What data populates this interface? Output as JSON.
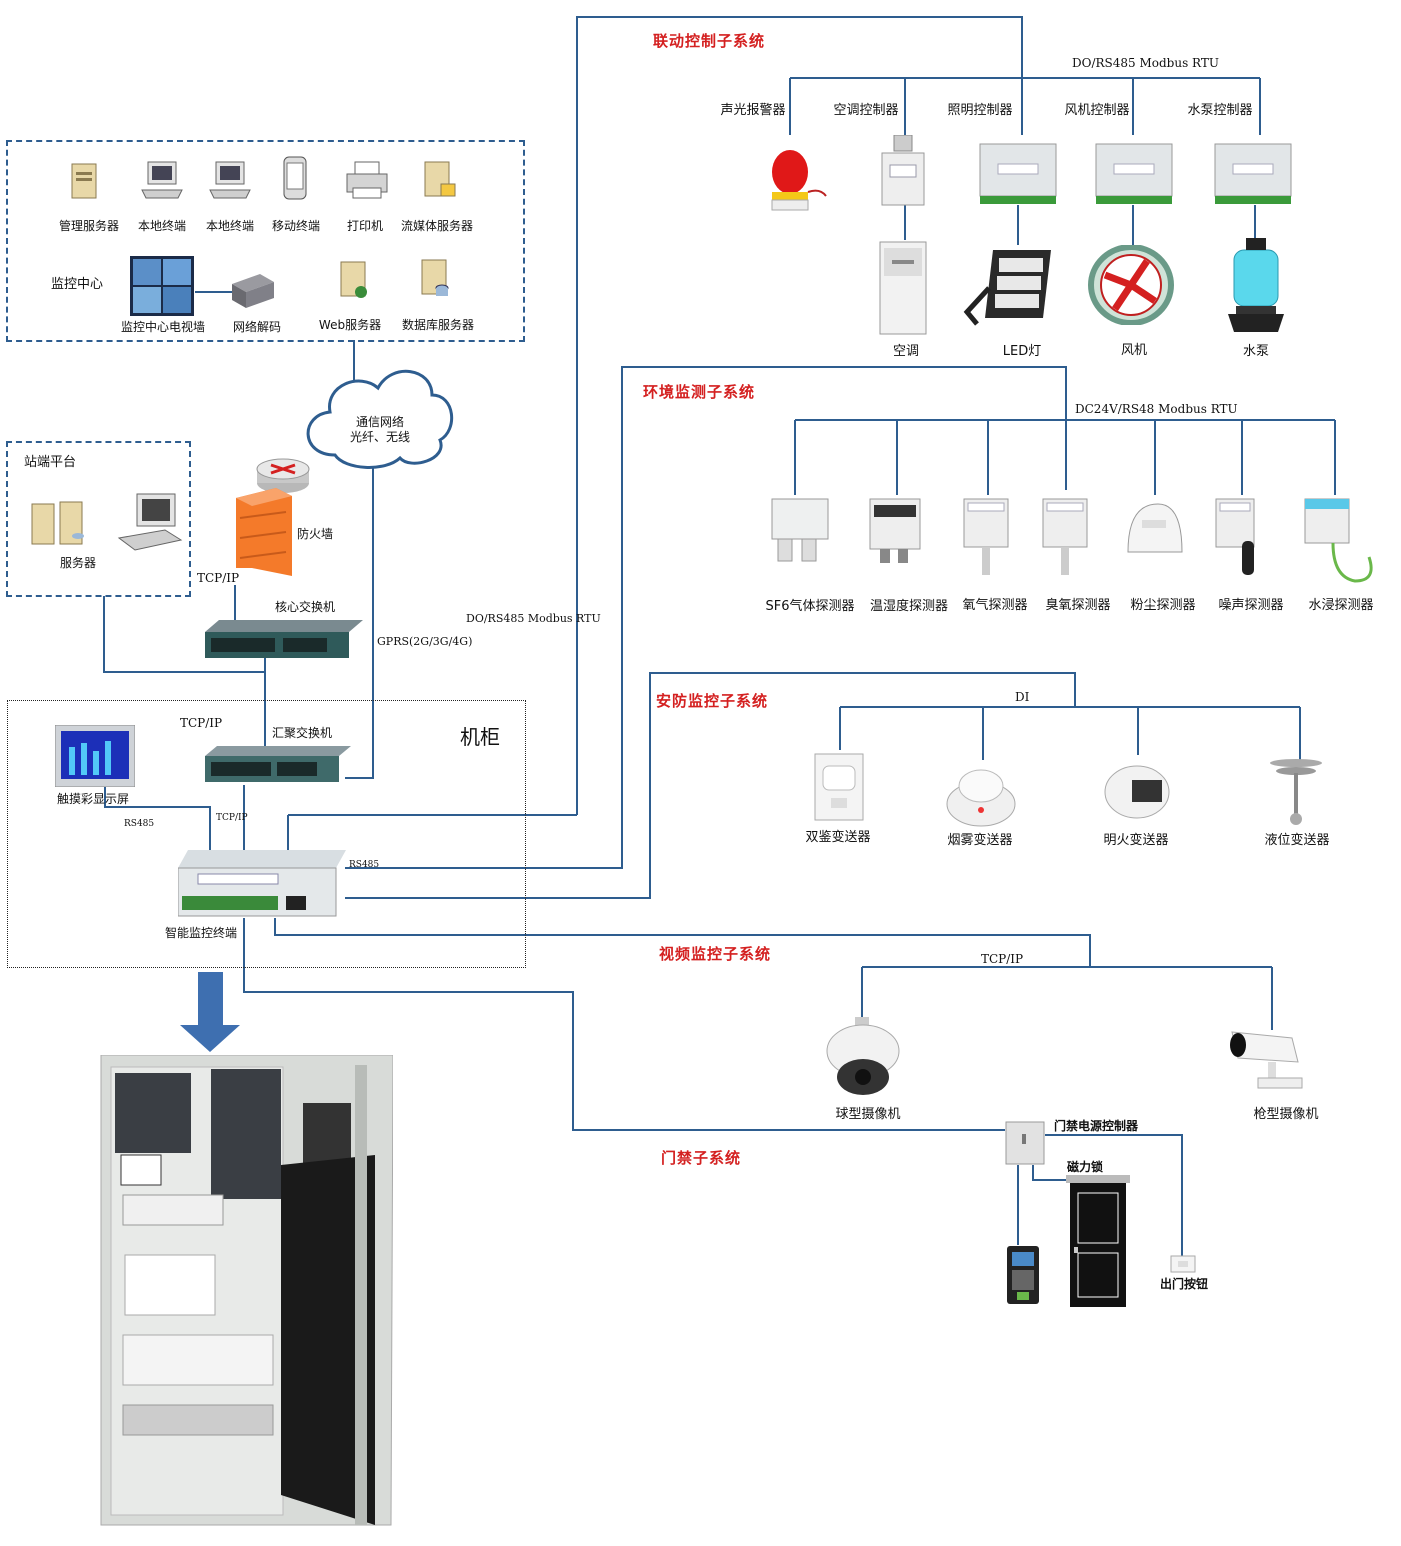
{
  "center": {
    "title": "监控中心",
    "devices": [
      "管理服务器",
      "本地终端",
      "本地终端",
      "移动终端",
      "打印机",
      "流媒体服务器"
    ],
    "row2": [
      "监控中心电视墙",
      "网络解码",
      "Web服务器",
      "数据库服务器"
    ]
  },
  "station": {
    "title": "站端平台",
    "server": "服务器"
  },
  "network": {
    "cloud_line1": "通信网络",
    "cloud_line2": "光纤、无线",
    "firewall": "防火墙",
    "tcpip1": "TCP/IP",
    "core_switch": "核心交换机",
    "gprs": "GPRS(2G/3G/4G)",
    "do_label": "DO/RS485 Modbus RTU",
    "tcpip2": "TCP/IP",
    "agg_switch": "汇聚交换机",
    "cabinet": "机柜",
    "touch_screen": "触摸彩显示屏",
    "rs485_1": "RS485",
    "tcpip3": "TCP/IP",
    "rs485_2": "RS485",
    "terminal": "智能监控终端"
  },
  "linkage": {
    "title": "联动控制子系统",
    "bus": "DO/RS485 Modbus RTU",
    "controllers": [
      "声光报警器",
      "空调控制器",
      "照明控制器",
      "风机控制器",
      "水泵控制器"
    ],
    "loads": [
      "空调",
      "LED灯",
      "风机",
      "水泵"
    ]
  },
  "env": {
    "title": "环境监测子系统",
    "bus": "DC24V/RS48 Modbus RTU",
    "sensors": [
      "SF6气体探测器",
      "温湿度探测器",
      "氧气探测器",
      "臭氧探测器",
      "粉尘探测器",
      "噪声探测器",
      "水浸探测器"
    ]
  },
  "security": {
    "title": "安防监控子系统",
    "bus": "DI",
    "sensors": [
      "双鉴变送器",
      "烟雾变送器",
      "明火变送器",
      "液位变送器"
    ]
  },
  "video": {
    "title": "视频监控子系统",
    "bus": "TCP/IP",
    "cams": [
      "球型摄像机",
      "枪型摄像机"
    ]
  },
  "access": {
    "title": "门禁子系统",
    "power": "门禁电源控制器",
    "lock": "磁力锁",
    "exit": "出门按钮"
  },
  "colors": {
    "line": "#2e5d8f",
    "title_red": "#d42020"
  }
}
